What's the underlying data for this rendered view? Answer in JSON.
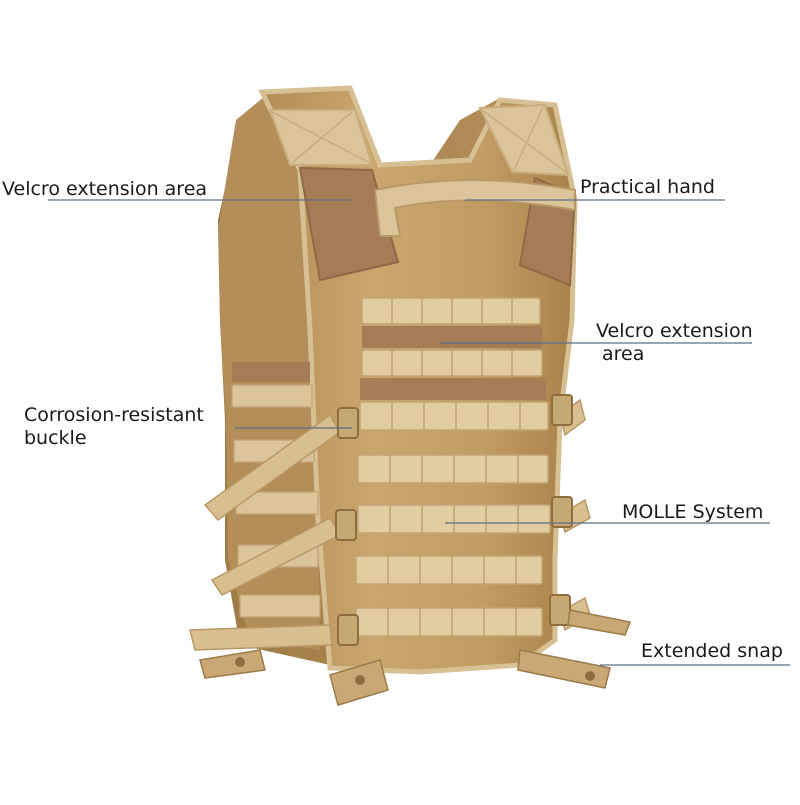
{
  "image": {
    "subject": "vest-photo",
    "colors": {
      "background": "#ffffff",
      "fabric": "#c9a46a",
      "fabric_shadow": "#a9834b",
      "webbing": "#e1cda0",
      "velcro": "#a57c56",
      "trim": "#d8c095",
      "leader_line": "#5b6f86"
    }
  },
  "callouts": [
    {
      "lines": [
        "Velcro extension area"
      ]
    },
    {
      "lines": [
        "Practical hand"
      ]
    },
    {
      "lines": [
        "Velcro extension",
        "area"
      ]
    },
    {
      "lines": [
        "Corrosion-resistant",
        "buckle"
      ]
    },
    {
      "lines": [
        "MOLLE System"
      ]
    },
    {
      "lines": [
        "Extended snap"
      ]
    }
  ]
}
